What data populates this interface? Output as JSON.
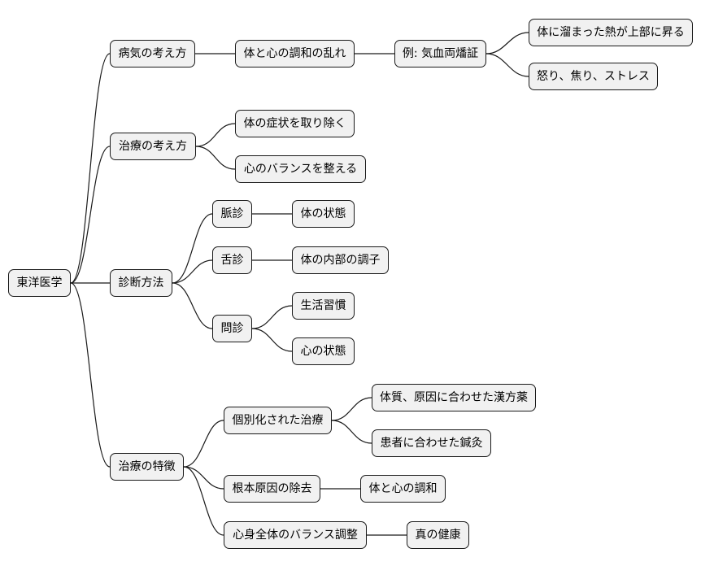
{
  "mindmap": {
    "root": "東洋医学",
    "branches": {
      "disease_view": {
        "label": "病気の考え方",
        "child": "体と心の調和の乱れ",
        "example": "例: 気血両燔証",
        "example_items": [
          "体に溜まった熱が上部に昇る",
          "怒り、焦り、ストレス"
        ]
      },
      "treatment_view": {
        "label": "治療の考え方",
        "items": [
          "体の症状を取り除く",
          "心のバランスを整える"
        ]
      },
      "diagnosis": {
        "label": "診断方法",
        "pulse": {
          "label": "脈診",
          "child": "体の状態"
        },
        "tongue": {
          "label": "舌診",
          "child": "体の内部の調子"
        },
        "inquiry": {
          "label": "問診",
          "items": [
            "生活習慣",
            "心の状態"
          ]
        }
      },
      "features": {
        "label": "治療の特徴",
        "individualized": {
          "label": "個別化された治療",
          "items": [
            "体質、原因に合わせた漢方薬",
            "患者に合わせた鍼灸"
          ]
        },
        "root_cause": {
          "label": "根本原因の除去",
          "child": "体と心の調和"
        },
        "balance": {
          "label": "心身全体のバランス調整",
          "child": "真の健康"
        }
      }
    }
  }
}
